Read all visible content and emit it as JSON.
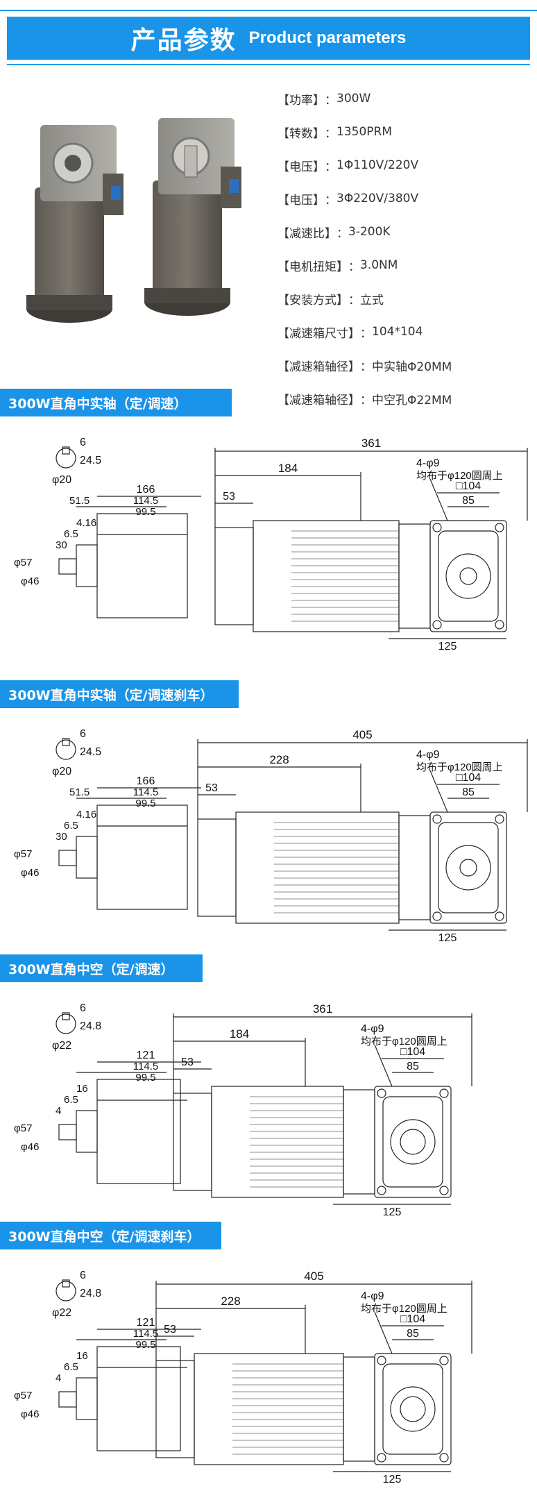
{
  "header": {
    "title_zh": "产品参数",
    "title_en": "Product parameters"
  },
  "params": [
    {
      "key": "【功率】",
      "sep": "：",
      "value": "300W"
    },
    {
      "key": "【转数】",
      "sep": "：",
      "value": "1350PRM"
    },
    {
      "key": "【电压】",
      "sep": "：",
      "value": "1Φ110V/220V"
    },
    {
      "key": "【电压】",
      "sep": "：",
      "value": "3Φ220V/380V"
    },
    {
      "key": "【减速比】",
      "sep": "：",
      "value": "3-200K"
    },
    {
      "key": "【电机扭矩】",
      "sep": "：",
      "value": "3.0NM"
    },
    {
      "key": "【安装方式】",
      "sep": "：",
      "value": "立式"
    },
    {
      "key": "【减速箱尺寸】",
      "sep": "：",
      "value": "104*104"
    },
    {
      "key": "【减速箱轴径】",
      "sep": "：",
      "value": "中实轴Φ20MM"
    },
    {
      "key": "【减速箱轴径】",
      "sep": "：",
      "value": " 中空孔Φ22MM"
    }
  ],
  "sections": [
    {
      "title": "300W直角中实轴（定/调速）",
      "dims": {
        "total": "361",
        "motor": "184",
        "back": "53",
        "holes": "4-φ9",
        "circle": "均布于φ120圆周上",
        "box": "□104",
        "inner": "85",
        "shaft_off": "125",
        "key": "6",
        "key_h": "24.5",
        "shaft": "φ20",
        "side_total": "166",
        "s1": "51.5",
        "s2": "114.5",
        "s3": "99.5",
        "s4": "4.16",
        "s5": "6.5",
        "s6": "30",
        "d1": "φ57",
        "d2": "φ46"
      }
    },
    {
      "title": "300W直角中实轴（定/调速刹车）",
      "dims": {
        "total": "405",
        "motor": "228",
        "back": "53",
        "holes": "4-φ9",
        "circle": "均布于φ120圆周上",
        "box": "□104",
        "inner": "85",
        "shaft_off": "125",
        "key": "6",
        "key_h": "24.5",
        "shaft": "φ20",
        "side_total": "166",
        "s1": "51.5",
        "s2": "114.5",
        "s3": "99.5",
        "s4": "4.16",
        "s5": "6.5",
        "s6": "30",
        "d1": "φ57",
        "d2": "φ46"
      }
    },
    {
      "title": "300W直角中空（定/调速）",
      "dims": {
        "total": "361",
        "motor": "184",
        "back": "53",
        "holes": "4-φ9",
        "circle": "均布于φ120圆周上",
        "box": "□104",
        "inner": "85",
        "shaft_off": "125",
        "key": "6",
        "key_h": "24.8",
        "shaft": "φ22",
        "side_total": "121",
        "s2": "114.5",
        "s3": "99.5",
        "s4": "16",
        "s5": "6.5",
        "s6": "4",
        "d1": "φ57",
        "d2": "φ46"
      }
    },
    {
      "title": "300W直角中空（定/调速刹车）",
      "dims": {
        "total": "405",
        "motor": "228",
        "back": "53",
        "holes": "4-φ9",
        "circle": "均布于φ120圆周上",
        "box": "□104",
        "inner": "85",
        "shaft_off": "125",
        "key": "6",
        "key_h": "24.8",
        "shaft": "φ22",
        "side_total": "121",
        "s2": "114.5",
        "s3": "99.5",
        "s4": "16",
        "s5": "6.5",
        "s6": "4",
        "d1": "φ57",
        "d2": "φ46"
      }
    }
  ],
  "colors": {
    "accent": "#1a94e8",
    "motor_body": "#6e6a62",
    "gear_head": "#9c9a94"
  }
}
